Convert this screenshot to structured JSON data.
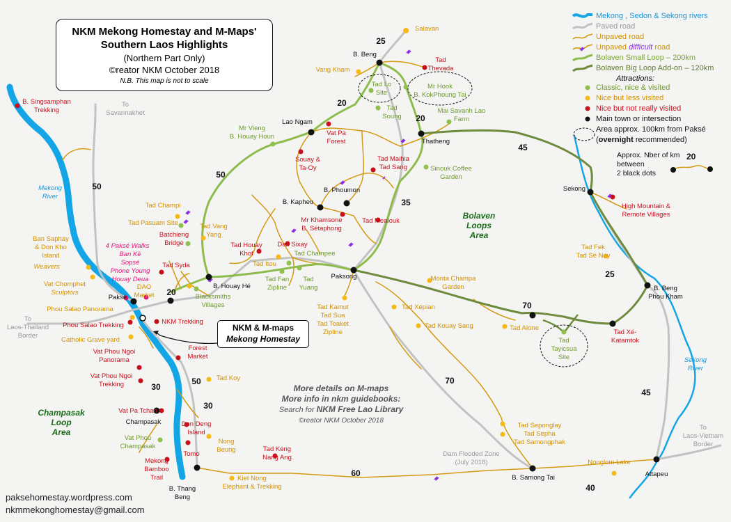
{
  "title": {
    "line1": "NKM Mekong Homestay and M-Maps'",
    "line2": "Southern Laos Highlights",
    "line3": "(Northern Part Only)",
    "line4": "©reator NKM October 2018",
    "note": "N.B. This map is not to scale"
  },
  "homestay_box": {
    "line1": "NKM & M-maps",
    "line2": "Mekong Homestay"
  },
  "legend": {
    "rivers": "Mekong , Sedon & Sekong rivers",
    "paved": "Paved road",
    "unpaved": "Unpaved road",
    "difficult_prefix": "Unpaved ",
    "difficult_word": "difficult",
    "difficult_suffix": " road",
    "small_loop": "Bolaven Small Loop – 200km",
    "big_loop": "Bolaven Big Loop Add-on – 120km",
    "attractions": "Attractions:",
    "green": "Classic, nice & visited",
    "yellow": "Nice but less visited",
    "red": "Nice but not really visited",
    "black": "Main town or intersection",
    "overnight_a": "Area approx. 100km from Paksé",
    "overnight_b_open": "(",
    "overnight_b_bold": "overnight",
    "overnight_b_close": " recommended)",
    "km_line1": "Approx. Nber of km",
    "km_line2": "between",
    "km_line3": "2 black dots",
    "km_example": "20"
  },
  "colors": {
    "river": "#13a5e6",
    "paved": "#bdbdbd",
    "unpaved": "#d49a12",
    "difficult": "#8a2be2",
    "small_loop": "#8dbb4c",
    "big_loop": "#6e8b3d",
    "green_dot": "#8fbf4c",
    "yellow_dot": "#f6b918",
    "red_dot": "#c8101c",
    "label_green": "#6e9a2c",
    "label_yellow": "#d29100",
    "label_red": "#c8101c",
    "label_pink": "#e0147a",
    "label_river": "#1797d6",
    "area": "#1a6b1a"
  },
  "labels": {
    "salavan": "Salavan",
    "b_beng": "B. Beng",
    "tad_thevada": "Tad\nThevada",
    "vang_kham": "Vang Kham",
    "tad_lo_site": "Tad Lo\nSite",
    "mr_hook": "Mr Hook\nB. KokPhoung Tai",
    "tad_soung": "Tad\nSoung",
    "mai_savanh": "Mai Savanh Lao\nFarm",
    "b_singsamphan": "B. Singsamphan\nTrekking",
    "to_savannakhet": "To\nSavannakhet",
    "lao_ngam": "Lao Ngam",
    "mr_vieng": "Mr Vieng\nB. Houay Houn",
    "vat_pa_forest": "Vat Pa\nForest",
    "thatheng": "Thatheng",
    "souay_taoy": "Souay &\nTa-Oy",
    "tad_maihia": "Tad Maihia\nTad Sang",
    "sinouk": "Sinouk Coffee\nGarden",
    "b_phoumon": "B. Phoumon",
    "sekong": "Sekong",
    "high_mountain": "High Mountain &\nRemote Villages",
    "mekong_river": "Mekong\nRiver",
    "tad_champi": "Tad Champi",
    "b_kapheu": "B. Kapheu",
    "tad_pasuam": "Tad Pasuam Site",
    "tad_vang_yang": "Tad Vang\nYang",
    "mr_khamsone": "Mr Khamsone\nB. Sétaphong",
    "tad_mealouk": "Tad Mealouk",
    "bolaven_area": "Bolaven\nLoops\nArea",
    "ban_saphay": "Ban Saphay\n& Don Kho\nIsland",
    "weavers": "Weavers",
    "batchieng": "Batchieng\nBridge",
    "four_pakse": "4 Paksé Walks",
    "ban_ke": "Ban Kè",
    "sopse": "Sopsé",
    "phone_young": "Phone Young",
    "houay_deua": "Houay Deua",
    "tad_houay_khot": "Tad Houay\nKhot",
    "dan_sixay": "Dan Sixay",
    "tad_champee": "Tad Champee",
    "tad_itou": "Tad Itou",
    "tad_fek": "Tad Fek\nTad Sé Noy",
    "tad_syda": "Tad Syda",
    "vat_chomphet": "Vat Chomphet",
    "sculptors": "Sculptors",
    "dao_market": "DAO\nMarket",
    "b_houay_he": "B. Houay Hé",
    "tad_fan": "Tad Fan\nZipline",
    "tad_yuang": "Tad\nYuang",
    "paksong": "Paksong",
    "monta_champa": "Monta Champa\nGarden",
    "blacksmiths": "Blacksmiths\nVillages",
    "b_beng_phou_kham": "B. Beng\nPhou Kham",
    "pakse": "Paksé",
    "phou_salao_panorama": "Phou Salao Panorama",
    "to_laos_thailand": "To\nLaos-Thailand\nBorder",
    "phou_salao_trekking": "Phou Salao Trekking",
    "nkm_trekking": "NKM Trekking",
    "tad_xepian": "Tad Xépian",
    "tad_kamut": "Tad Kamut\nTad Sua\nTad Toaket\nZipline",
    "tad_kouay_sang": "Tad Kouay Sang",
    "tad_alone": "Tad Alone",
    "tad_xe_katamtok": "Tad Xé-\nKatamtok",
    "catholic": "Catholic Grave yard",
    "tad_tayicsua": "Tad\nTayicsua\nSite",
    "forest_market": "Forest\nMarket",
    "vat_phou_ngoi_panorama": "Vat Phou Ngoi\nPanorama",
    "sekong_river": "Sekong\nRiver",
    "tad_koy": "Tad Koy",
    "vat_phou_ngoi_trekking": "Vat Phou Ngoi\nTrekking",
    "champasak_area": "Champasak\nLoop\nArea",
    "vat_pa_tchan": "Vat Pa Tchan",
    "champasak": "Champasak",
    "don_deng": "Don Deng\nIsland",
    "tad_seponglay": "Tad Seponglay\nTad Sepha\nTad Samongphak",
    "to_laos_vietnam": "To\nLaos-Vietnam\nBorder",
    "vat_phou_champasak": "Vat Phou\nChampasak",
    "nong_beung": "Nong\nBeung",
    "tomo": "Tomo",
    "tad_keng_nang": "Tad Keng\nNang Ang",
    "dam_flooded": "Dam Flooded Zone\n(July 2018)",
    "nonglom_lake": "Nonglom Lake",
    "attapeu": "Attapeu",
    "mekong_bamboo": "Mekong\nBamboo\nTrail",
    "b_thang_beng": "B. Thang\nBeng",
    "kiet_nong": "Kiet Nong\nElephant & Trekking",
    "b_samong_tai": "B. Samong Tai"
  },
  "distances": {
    "d25a": "25",
    "d20a": "20",
    "d20b": "20",
    "d45a": "45",
    "d50a": "50",
    "d50b": "50",
    "d35": "35",
    "d70a": "70",
    "d20c": "20",
    "d25b": "25",
    "d30a": "30",
    "d30b": "30",
    "d50c": "50",
    "d70b": "70",
    "d45b": "45",
    "d60": "60",
    "d40": "40"
  },
  "info": {
    "line1": "More details on M-maps",
    "line2": "More info in nkm guidebooks:",
    "line3_prefix": "Search for ",
    "line3_bold": "NKM Free Lao Library",
    "line4": "©reator NKM October 2018"
  },
  "footer": {
    "site": "paksehomestay.wordpress.com",
    "email": "nkmmekonghomestay@gmail.com"
  }
}
